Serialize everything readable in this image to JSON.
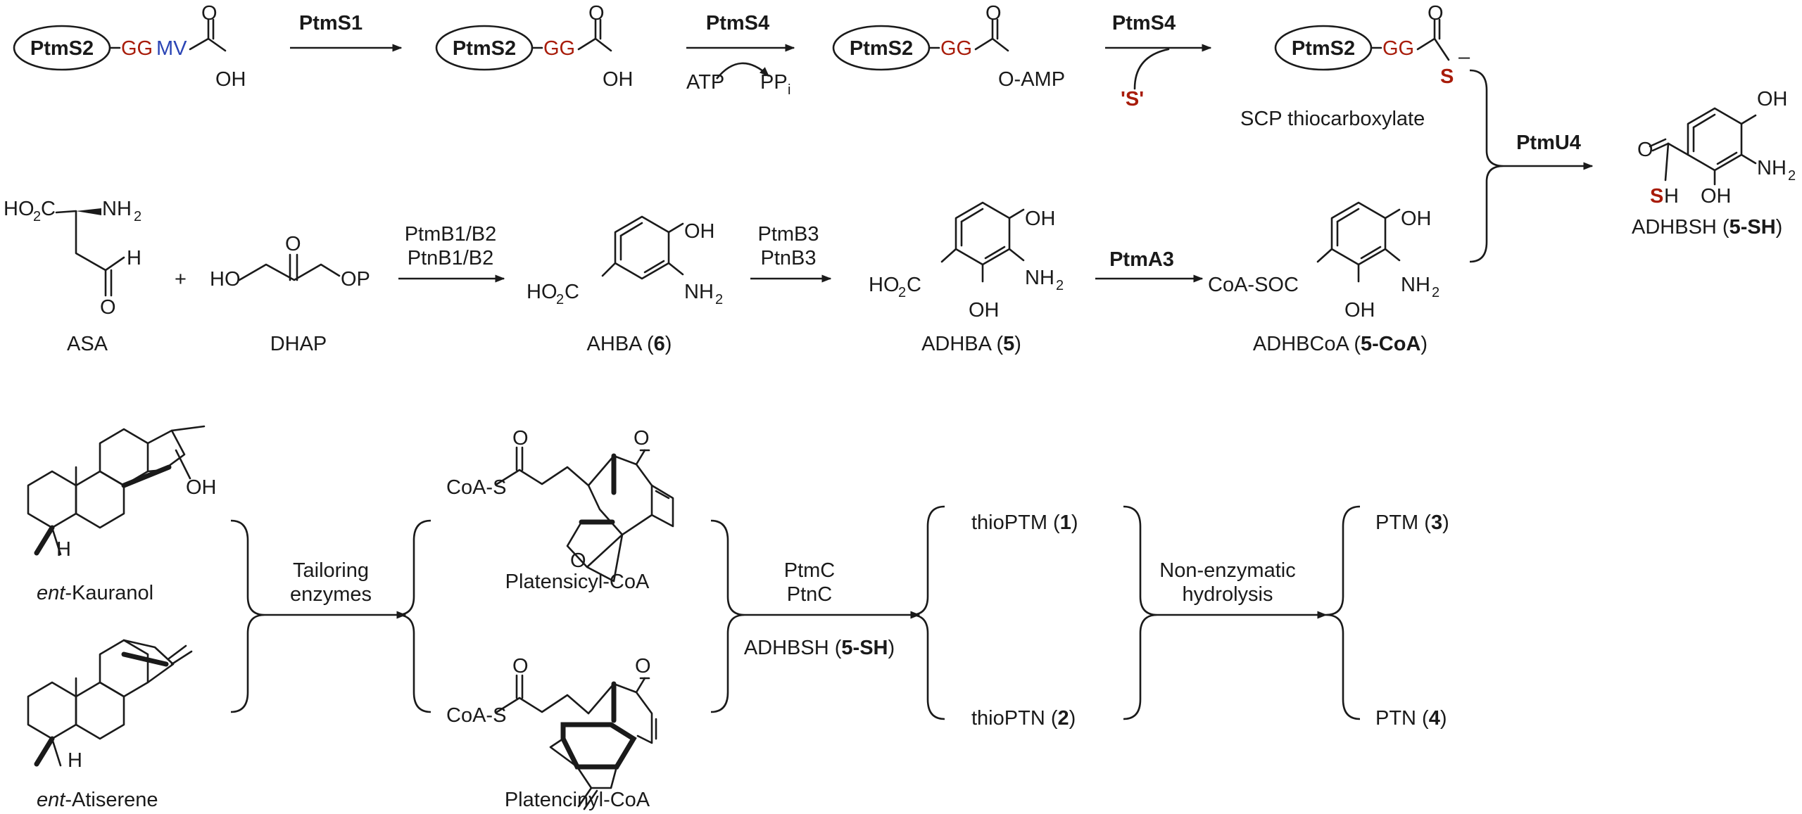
{
  "colors": {
    "ink": "#1a1a1a",
    "red": "#a81c0a",
    "blue": "#2b45b5"
  },
  "top_row": {
    "carrier": "PtmS2",
    "gg": "GG",
    "mv": "MV",
    "o": "O",
    "oh": "OH",
    "o_amp": "O-AMP",
    "s_minus": "S",
    "minus": "–",
    "enzyme_1": "PtmS1",
    "enzyme_2": "PtmS4",
    "enzyme_3": "PtmS4",
    "atp": "ATP",
    "ppi": "PP",
    "ppi_sub": "i",
    "sulfur_source": "'S'",
    "scp_label": "SCP thiocarboxylate"
  },
  "middle_row": {
    "asa_ho2c": "HO",
    "asa_nh2": "NH",
    "asa_h": "H",
    "asa_o": "O",
    "asa_label": "ASA",
    "plus": "+",
    "dhap_ho": "HO",
    "dhap_o": "O",
    "dhap_op": "OP",
    "dhap_label": "DHAP",
    "enzyme_b1": "PtmB1/B2",
    "enzyme_b2": "PtnB1/B2",
    "ahba_oh": "OH",
    "ahba_ho2c": "HO",
    "ahba_nh2": "NH",
    "ahba_label": "AHBA (",
    "ahba_num": "6",
    "ahba_close": ")",
    "enzyme_b3a": "PtmB3",
    "enzyme_b3b": "PtnB3",
    "adhba_oh1": "OH",
    "adhba_ho2c": "HO",
    "adhba_oh2": "OH",
    "adhba_nh2": "NH",
    "adhba_label": "ADHBA (",
    "adhba_num": "5",
    "adhba_close": ")",
    "enzyme_a3": "PtmA3",
    "coa_oh1": "OH",
    "coa_soc": "CoA-SOC",
    "coa_oh2": "OH",
    "coa_nh2": "NH",
    "coa_label": "ADHBCoA (",
    "coa_num": "5-CoA",
    "coa_close": ")",
    "enzyme_u4": "PtmU4",
    "sh_oh1": "OH",
    "sh_o": "O",
    "sh_s": "S",
    "sh_h": "H",
    "sh_oh2": "OH",
    "sh_nh2": "NH",
    "sh_label": "ADHBSH (",
    "sh_num": "5-SH",
    "sh_close": ")"
  },
  "bottom_row": {
    "kauranol_oh": "OH",
    "kauranol_h": "H",
    "kauranol_prefix": "ent",
    "kauranol_name": "-Kauranol",
    "atiserene_h": "H",
    "atiserene_prefix": "ent",
    "atiserene_name": "-Atiserene",
    "tailoring_1": "Tailoring",
    "tailoring_2": "enzymes",
    "coa_s_1": "CoA-S",
    "o_1": "O",
    "o_2": "O",
    "o_3": "O",
    "platensicyl": "Platensicyl-CoA",
    "coa_s_2": "CoA-S",
    "o_4": "O",
    "o_5": "O",
    "platencinyl": "Platencinyl-CoA",
    "ptmc": "PtmC",
    "ptnc": "PtnC",
    "adhbsh": "ADHBSH (",
    "adhbsh_num": "5-SH",
    "adhbsh_close": ")",
    "thioptm": "thioPTM (",
    "thioptm_num": "1",
    "thioptm_close": ")",
    "thioptn": "thioPTN (",
    "thioptn_num": "2",
    "thioptn_close": ")",
    "hydrolysis_1": "Non-enzymatic",
    "hydrolysis_2": "hydrolysis",
    "ptm": "PTM (",
    "ptm_num": "3",
    "ptm_close": ")",
    "ptn": "PTN (",
    "ptn_num": "4",
    "ptn_close": ")"
  }
}
